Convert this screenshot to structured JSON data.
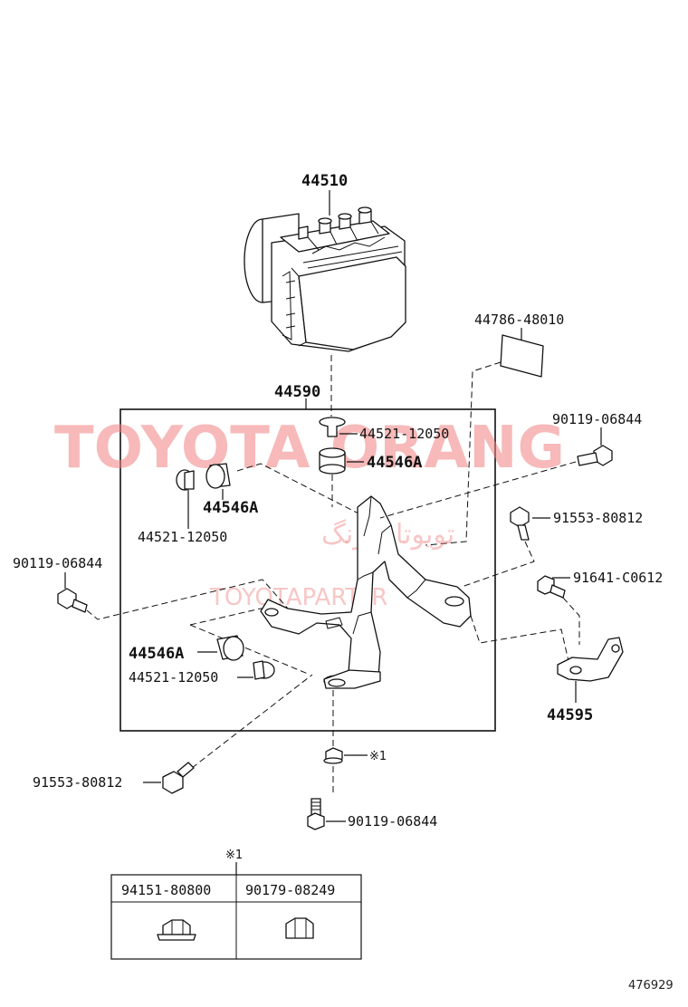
{
  "labels": {
    "actuator": "44510",
    "bracket_assy": "44590",
    "label_plate": "44786-48010",
    "bolt_top_right": "90119-06844",
    "bolt_right": "91553-80812",
    "bolt_right_lower": "91641-C0612",
    "cushion_top_pin": "44521-12050",
    "cushion_top": "44546A",
    "cushion_left": "44546A",
    "cushion_left_pin": "44521-12050",
    "bolt_left": "90119-06844",
    "cushion_low": "44546A",
    "cushion_low_pin": "44521-12050",
    "sub_bracket": "44595",
    "bolt_bottom_left": "91553-80812",
    "bolt_bottom": "90119-06844",
    "nut_note": "※1"
  },
  "table": {
    "title": "※1",
    "headers": [
      "94151-80800",
      "90179-08249"
    ],
    "icons": [
      "flange-nut-icon",
      "hex-nut-icon"
    ]
  },
  "watermark": {
    "main": "TOYOTA ORANG",
    "farsi": "تویوتا اورنگ",
    "url": "TOYOTAPART.IR"
  },
  "code": "476929"
}
